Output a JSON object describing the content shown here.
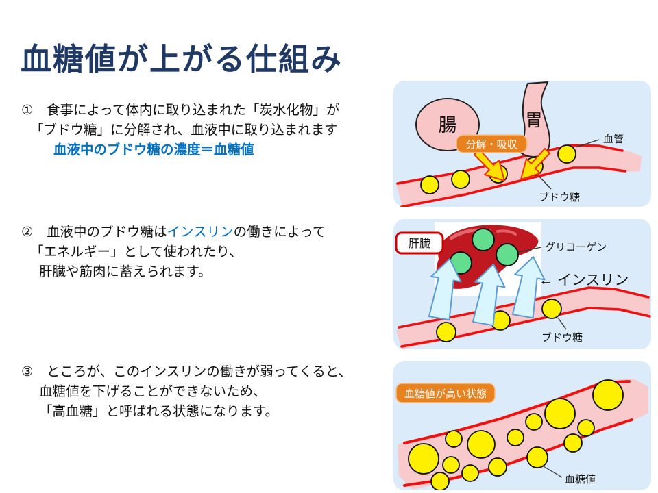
{
  "slide": {
    "title": "血糖値が上がる仕組み",
    "bullets": {
      "b1": {
        "l1": "①　食事によって体内に取り込まれた「炭水化物」が",
        "l2": "「ブドウ糖」に分解され、血液中に取り込まれます",
        "l3": "血液中のブドウ糖の濃度＝血糖値"
      },
      "b2": {
        "l1a": "②　血液中のブドウ糖は",
        "l1b": "インスリン",
        "l1c": "の働きによって",
        "l2": "「エネルギー」として使われたり、",
        "l3": "肝臓や筋肉に蓄えられます。"
      },
      "b3": {
        "l1": "③　ところが、このインスリンの働きが弱ってくると、",
        "l2": "血糖値を下げることができないため、",
        "l3": "「高血糖」と呼ばれる状態になります。"
      }
    },
    "diagram1": {
      "intestine": "腸",
      "stomach": "胃",
      "badge": "分解・吸収",
      "vessel_label": "血管",
      "glucose_label": "ブドウ糖"
    },
    "diagram2": {
      "liver_label": "肝臓",
      "glycogen_label": "グリコーゲン",
      "insulin_label": "← インスリン",
      "glucose_label": "ブドウ糖"
    },
    "diagram3": {
      "badge": "血糖値が高い状態",
      "label": "血糖値"
    },
    "colors": {
      "title_blue": "#1F3864",
      "accent_blue": "#0070C0",
      "panel_bg": "#DCEBFA",
      "badge_orange": "#E8821E",
      "organ_pink": "#F9C6C8",
      "vessel_red": "#ED1111",
      "glucose_yellow": "#FFF000",
      "glycogen_green": "#63DE8F",
      "liver_red": "#C01820",
      "insulin_arrow_fill": "#D9F5FD",
      "insulin_arrow_stroke": "#5B9BD5",
      "absorb_arrow_yellow": "#FFE000",
      "absorb_arrow_stroke": "#EE3300"
    }
  }
}
